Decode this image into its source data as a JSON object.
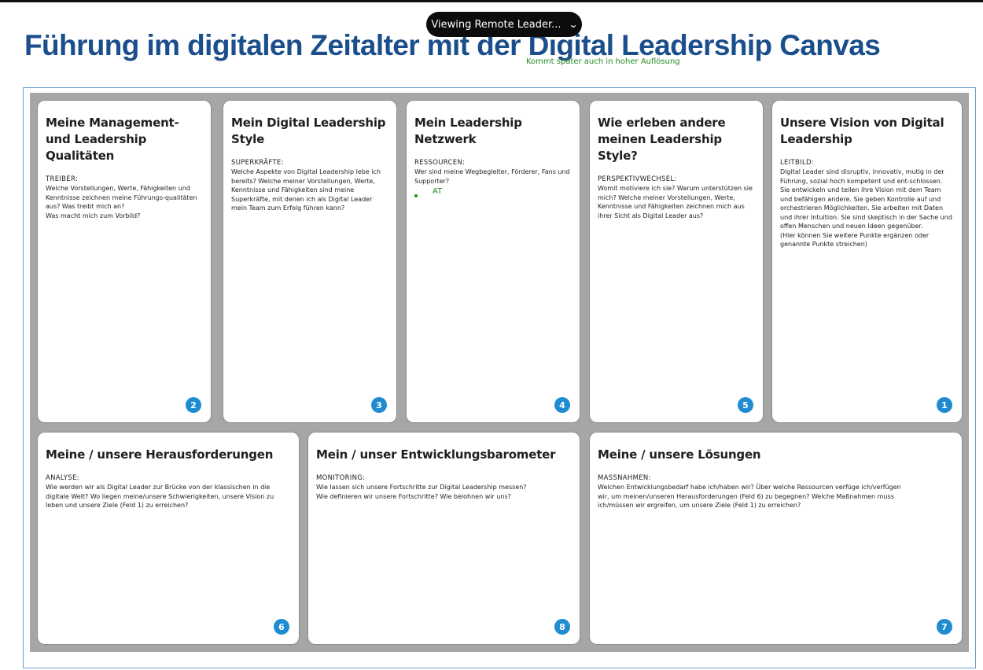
{
  "window": {
    "viewing_label": "Viewing Remote Leader..."
  },
  "header": {
    "title": "Führung im digitalen Zeitalter mit der Digital Leadership Canvas",
    "hint": "Kommt später auch in hoher Auflösung"
  },
  "cards": [
    {
      "title": "Meine Management- und Leadership Qualitäten",
      "label": "TREIBER:",
      "text": "Welche Vorstellungen, Werte, Fähigkeiten und Kenntnisse zeichnen meine Führungs-qualitäten aus? Was treibt mich an?\nWas macht mich zum Vorbild?",
      "number": "2"
    },
    {
      "title": "Mein Digital Leadership Style",
      "label": "SUPERKRÄFTE:",
      "text": "Welche Aspekte von Digital Leadership lebe ich bereits? Welche meiner Vorstellungen, Werte, Kenntnisse und Fähigkeiten sind meine Superkräfte, mit denen ich als Digital Leader mein Team zum Erfolg führen kann?",
      "number": "3"
    },
    {
      "title": "Mein Leadership Netzwerk",
      "label": "RESSOURCEN:",
      "text": "Wer sind meine Wegbegleiter, Förderer, Fans und Supporter?",
      "number": "4",
      "annotation": "AT"
    },
    {
      "title": "Wie erleben andere meinen Leadership Style?",
      "label": "PERSPEKTIVWECHSEL:",
      "text": "Womit motiviere ich sie? Warum unterstützen sie mich? Welche meiner Vorstellungen, Werte, Kenntnisse und Fähigkeiten zeichnen mich aus ihrer Sicht als Digital Leader aus?",
      "number": "5"
    },
    {
      "title": "Unsere Vision von Digital Leadership",
      "label": "LEITBILD:",
      "text": "Digital Leader sind disruptiv, innovativ, mutig in der Führung, sozial hoch kompetent und ent-schlossen. Sie entwickeln und teilen ihre Vision mit dem Team und befähigen andere. Sie geben Kontrolle auf und orchestrieren Möglichkeiten. Sie arbeiten mit Daten und ihrer Intuition. Sie sind skeptisch in der Sache und offen Menschen und neuen Ideen gegenüber.\n(Hier können Sie weitere Punkte ergänzen oder genannte Punkte streichen)",
      "number": "1"
    },
    {
      "title": "Meine / unsere Herausforderungen",
      "label": "ANALYSE:",
      "text": "Wie werden wir als Digital Leader zur Brücke von der klassischen in die digitale Welt? Wo liegen meine/unsere Schwierigkeiten, unsere Vision zu leben und unsere Ziele (Feld 1) zu erreichen?",
      "number": "6"
    },
    {
      "title": "Mein / unser Entwicklungsbarometer",
      "label": "MONITORING:",
      "text": "Wie lassen sich unsere Fortschritte zur Digital Leadership messen?\nWie definieren wir unsere Fortschritte? Wie belohnen wir uns?",
      "number": "8"
    },
    {
      "title": "Meine / unsere Lösungen",
      "label": "MASSNAHMEN:",
      "text": "Welchen Entwicklungsbedarf habe ich/haben wir? Über welche Ressourcen verfüge ich/verfügen wir, um meinen/unseren Herausforderungen (Feld 6) zu begegnen? Welche Maßnahmen muss ich/müssen wir ergreifen, um unsere Ziele (Feld 1) zu erreichen?",
      "number": "7"
    }
  ]
}
